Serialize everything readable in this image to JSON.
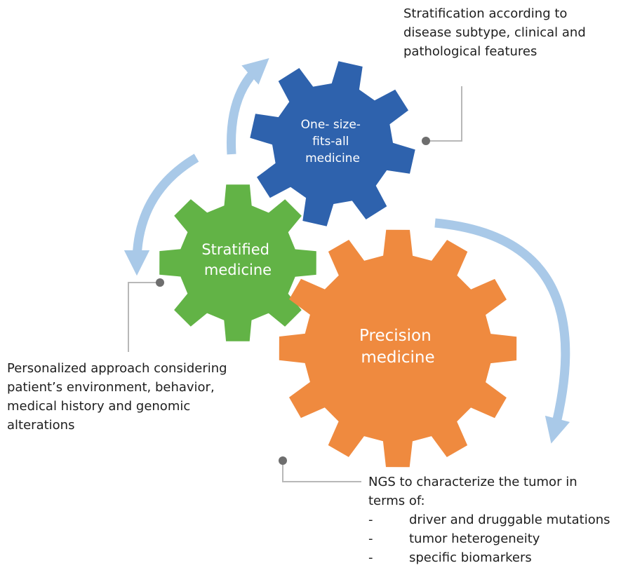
{
  "gears": {
    "one_size": {
      "lines": [
        "One- size-",
        "fits-all",
        "medicine"
      ],
      "color": "#2e62ad"
    },
    "stratified": {
      "lines": [
        "Stratified",
        "medicine"
      ],
      "color": "#62b346"
    },
    "precision": {
      "lines": [
        "Precision",
        "medicine"
      ],
      "color": "#ef8a3f"
    }
  },
  "arrow_color": "#a9c9e8",
  "connector_color": "#b8b8b8",
  "dot_color": "#6e6e6e",
  "annotations": {
    "stratification": {
      "lines": [
        "Stratification according to",
        "disease subtype, clinical and",
        "pathological features"
      ]
    },
    "personalized": {
      "lines": [
        "Personalized approach considering",
        "patient’s environment, behavior,",
        "medical history and genomic",
        "alterations"
      ]
    },
    "ngs": {
      "lines": [
        "NGS to characterize the tumor in",
        "terms of:"
      ],
      "bullets": [
        {
          "dash": "-",
          "text": "driver and druggable mutations"
        },
        {
          "dash": "-",
          "text": "tumor heterogeneity"
        },
        {
          "dash": "-",
          "text": "specific biomarkers"
        }
      ]
    }
  }
}
